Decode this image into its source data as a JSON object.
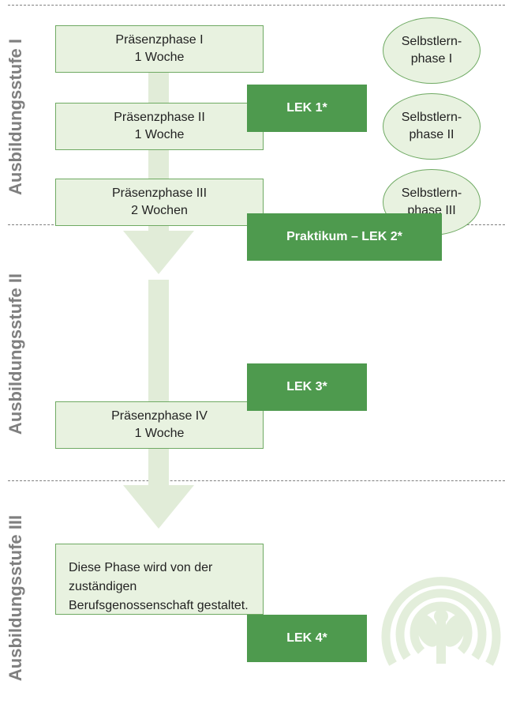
{
  "stages": [
    {
      "label": "Ausbildungsstufe I"
    },
    {
      "label": "Ausbildungsstufe II"
    },
    {
      "label": "Ausbildungsstufe III"
    }
  ],
  "phases": [
    {
      "title": "Präsenzphase I",
      "duration": "1 Woche"
    },
    {
      "title": "Präsenzphase II",
      "duration": "1 Woche"
    },
    {
      "title": "Präsenzphase III",
      "duration": "2 Wochen"
    },
    {
      "title": "Präsenzphase IV",
      "duration": "1 Woche"
    }
  ],
  "self_study": [
    {
      "line1": "Selbstlern-",
      "line2": "phase I"
    },
    {
      "line1": "Selbstlern-",
      "line2": "phase II"
    },
    {
      "line1": "Selbstlern-",
      "line2": "phase III"
    }
  ],
  "assessments": {
    "lek1": "LEK 1*",
    "praktikum": "Praktikum – LEK 2*",
    "lek3": "LEK 3*",
    "lek4": "LEK 4*"
  },
  "stage3_text": "Diese Phase wird von der zuständigen Berufsgenossenschaft gestaltet.",
  "colors": {
    "dark_green": "#4e9a4e",
    "light_green": "#e8f2e0",
    "arrow_green": "#e1ecd8",
    "border_green": "#6faa63",
    "label_gray": "#7f7f7f"
  }
}
